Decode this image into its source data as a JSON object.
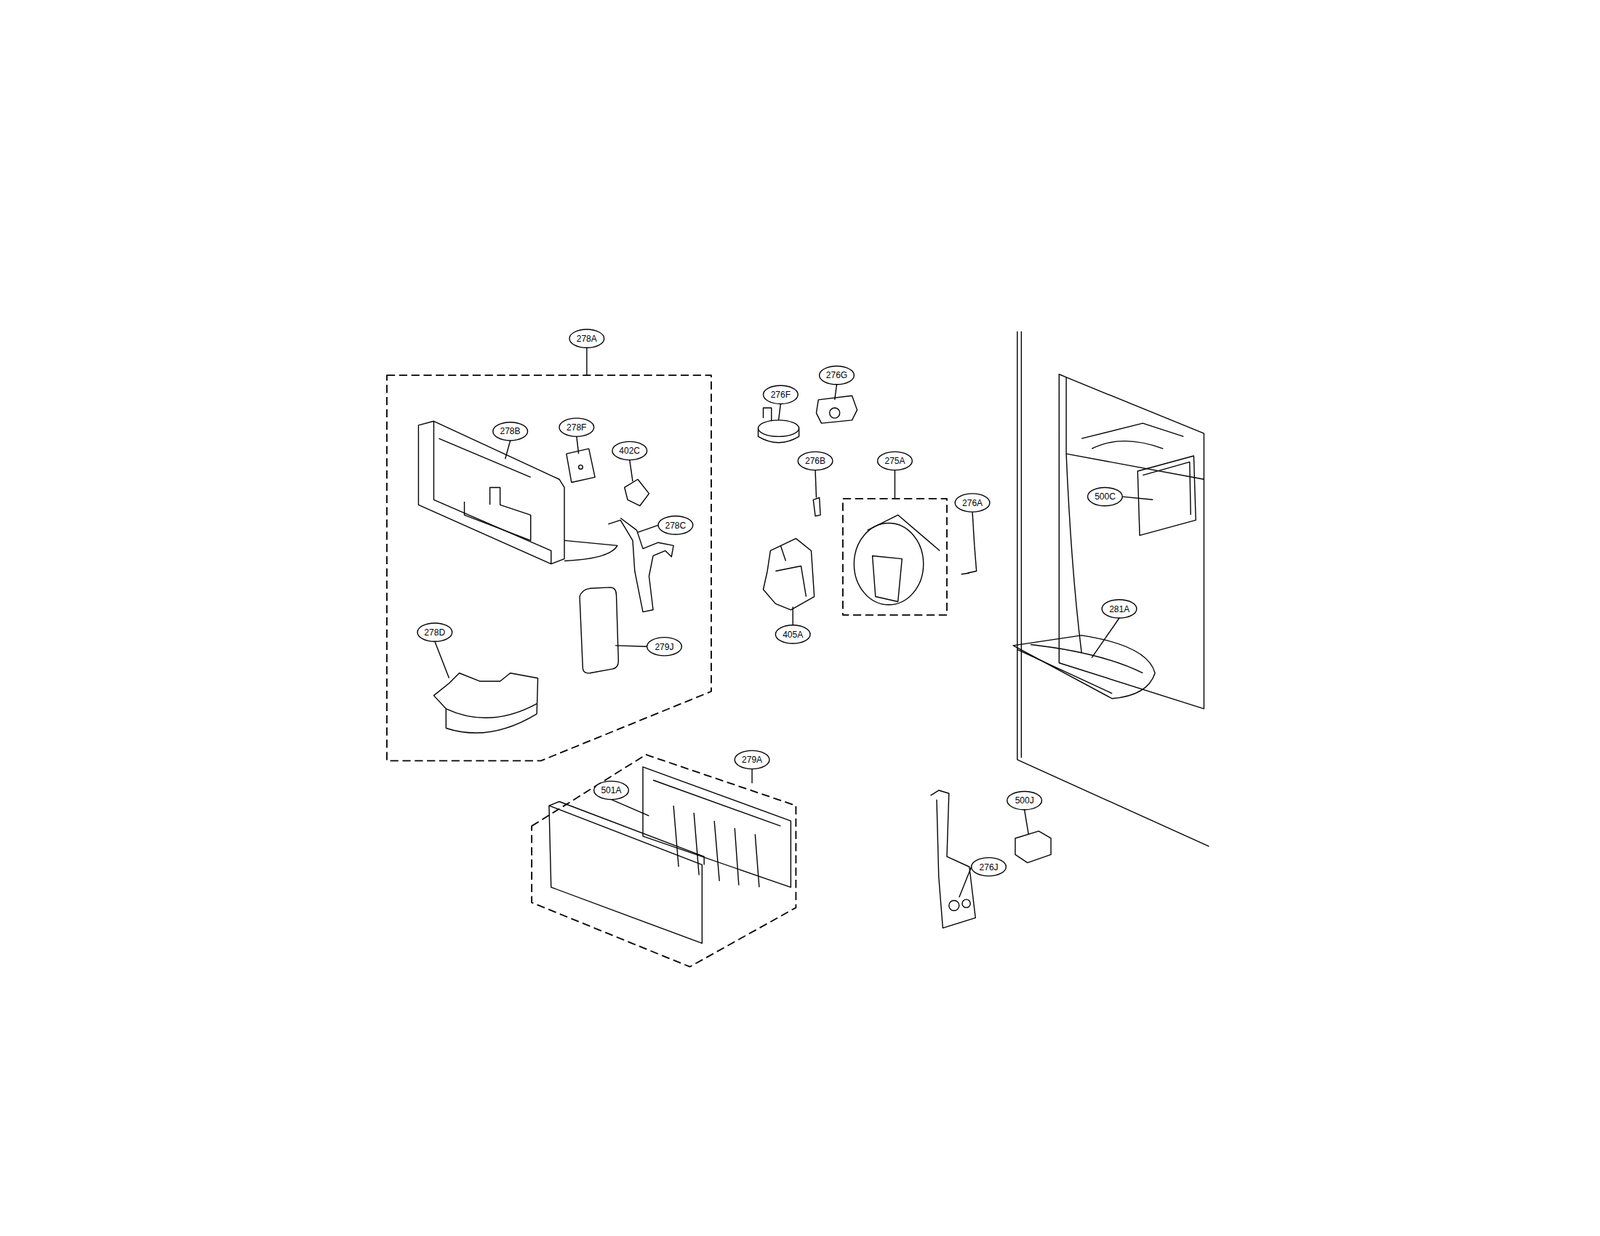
{
  "diagram": {
    "labels": [
      "278A",
      "278B",
      "278F",
      "402C",
      "278C",
      "278D",
      "279J",
      "276F",
      "276G",
      "276B",
      "275A",
      "276A",
      "405A",
      "500C",
      "281A",
      "279A",
      "501A",
      "500J",
      "276J"
    ]
  }
}
